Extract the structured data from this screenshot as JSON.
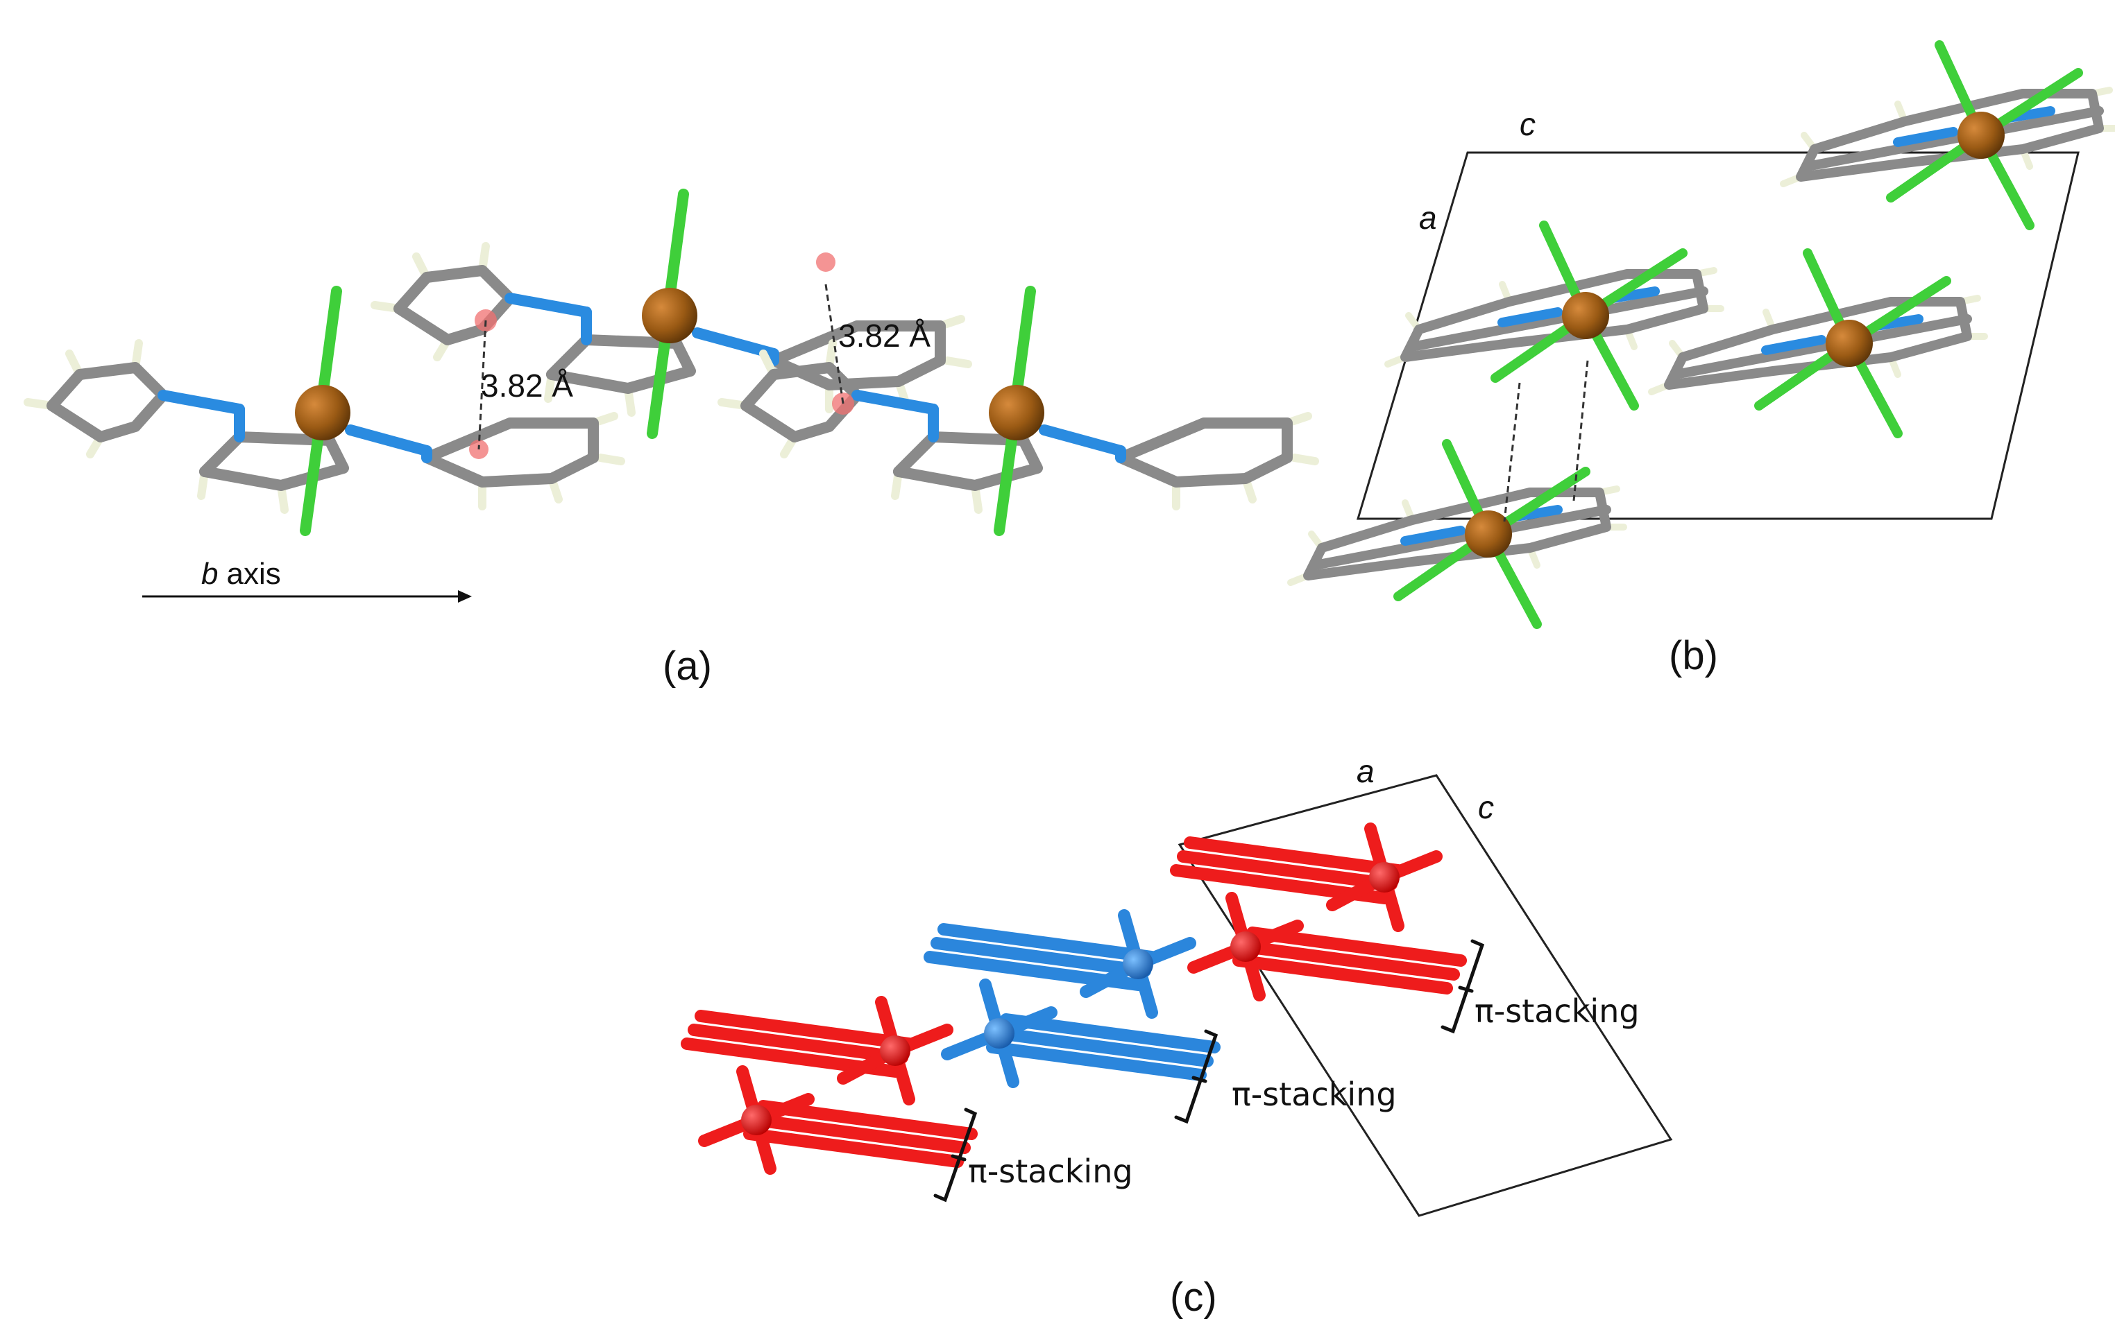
{
  "labels": {
    "panel_a": "(a)",
    "panel_b": "(b)",
    "panel_c": "(c)",
    "distance_1": "3.82 Å",
    "distance_2": "3.82 Å",
    "axis_italic": "b",
    "axis_text": "axis",
    "cell_b_c": "c",
    "cell_b_a": "a",
    "cell_c_a": "a",
    "cell_c_c": "c",
    "stacking_1": "π-stacking",
    "stacking_2": "π-stacking",
    "stacking_3": "π-stacking"
  },
  "colors": {
    "carbon": "#8a8a8a",
    "nitrogen": "#2a8be0",
    "iron": "#9a5a14",
    "chlorine": "#3fcf3a",
    "hydrogen": "#ecefd8",
    "centroid": "#f07070",
    "stack_red": "#ee1c1c",
    "stack_blue": "#2b86dc"
  },
  "icons": {
    "panel_a": "molecular-dimer-stacking-icon",
    "panel_b": "unit-cell-packing-icon",
    "panel_c": "pi-stacking-chain-icon"
  }
}
